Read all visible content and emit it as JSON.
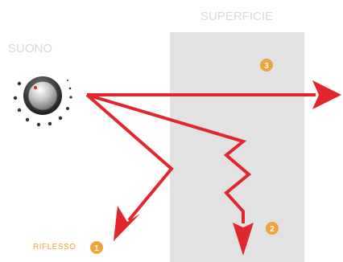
{
  "labels": {
    "sound": "SUONO",
    "surface": "SUPERFICIE",
    "reflection": "RIFLESSO"
  },
  "markers": [
    "1",
    "2",
    "3"
  ],
  "colors": {
    "arrow": "#e3262e",
    "surface": "#e2e2e2",
    "marker": "#f0a43c",
    "title": "#d9d9d9",
    "dots": "#333333",
    "knob_indicator": "#e3262e"
  },
  "icons": {
    "knob": "speaker-knob-icon"
  }
}
